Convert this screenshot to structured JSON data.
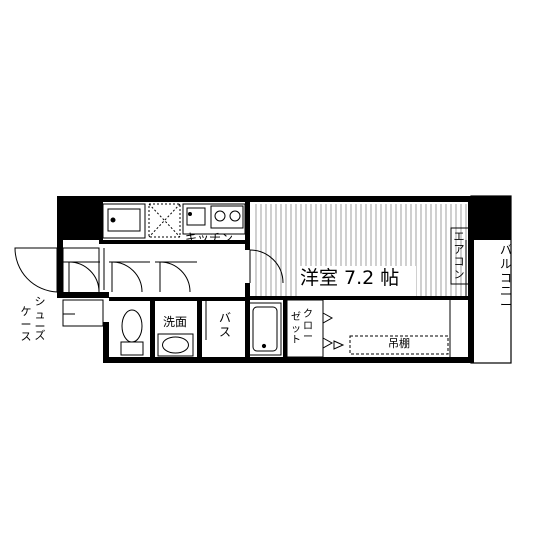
{
  "rooms": {
    "kitchen": "キッチン",
    "western_room": "洋室 7.2 帖",
    "aircon": "エアコン",
    "balcony": "バルコニー",
    "washroom": "洗面",
    "bath": "バス",
    "closet_line1": "クロー",
    "closet_line2": "ゼット",
    "shelf": "吊棚",
    "shoe_line1": "シュー",
    "shoe_line2": "ズ",
    "shoe_line3": "ケース"
  },
  "icons": {
    "toilet": "toilet-icon",
    "bathtub": "bathtub-icon",
    "sink": "sink-icon",
    "stove": "stove-icon",
    "washer_pan": "washer-pan-icon"
  }
}
